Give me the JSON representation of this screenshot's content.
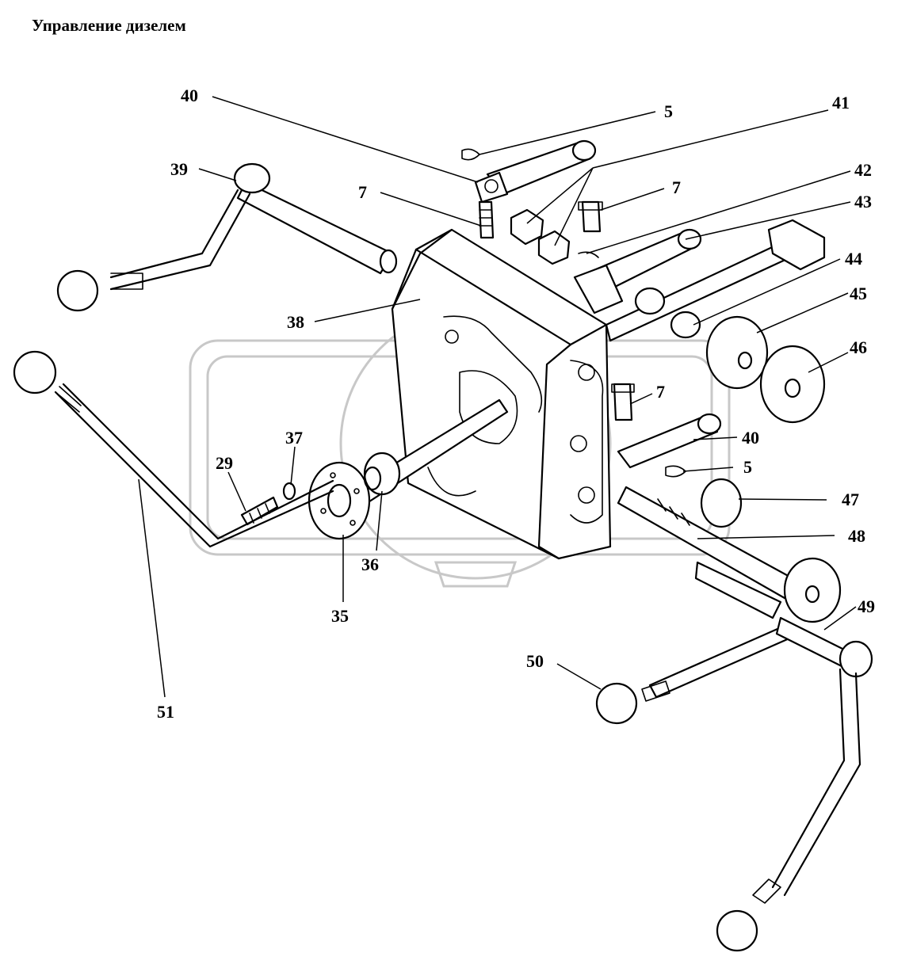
{
  "title": "Управление дизелем",
  "callouts": [
    "40",
    "5",
    "41",
    "39",
    "7",
    "7",
    "42",
    "43",
    "38",
    "44",
    "45",
    "46",
    "7",
    "37",
    "29",
    "40",
    "5",
    "47",
    "48",
    "36",
    "35",
    "51",
    "49",
    "50"
  ]
}
